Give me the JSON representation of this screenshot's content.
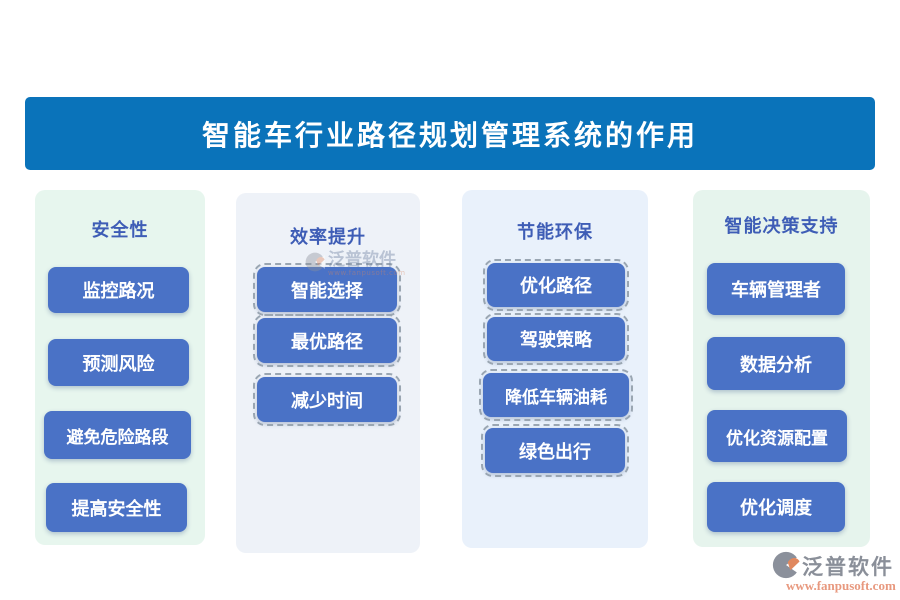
{
  "title": "智能车行业路径规划管理系统的作用",
  "columns": [
    {
      "header": "安全性",
      "items": [
        "监控路况",
        "预测风险",
        "避免危险路段",
        "提高安全性"
      ]
    },
    {
      "header": "效率提升",
      "items": [
        "智能选择",
        "最优路径",
        "减少时间"
      ]
    },
    {
      "header": "节能环保",
      "items": [
        "优化路径",
        "驾驶策略",
        "降低车辆油耗",
        "绿色出行"
      ]
    },
    {
      "header": "智能决策支持",
      "items": [
        "车辆管理者",
        "数据分析",
        "优化资源配置",
        "优化调度"
      ]
    }
  ],
  "footer": {
    "brand": "泛普软件",
    "url": "www.fanpusoft.com"
  },
  "icons": {
    "footer_logo": "fanpu-pie-logo",
    "watermark_logo": "fanpu-pie-logo"
  },
  "colors": {
    "title_bar_bg": "#0a73ba",
    "title_text": "#ffffff",
    "chip_bg": "#4a72c6",
    "chip_text": "#ffffff",
    "panel_header_text": "#3e5db6",
    "panel_mint": "#e7f6ee",
    "panel_slate": "#eef2f8",
    "panel_azure": "#e9f1fb",
    "panel_mint_2": "#e6f4ed",
    "chip_dash_border": "#9aa6b2",
    "brand_gray": "#8a8f99",
    "brand_orange": "#e8997f"
  }
}
